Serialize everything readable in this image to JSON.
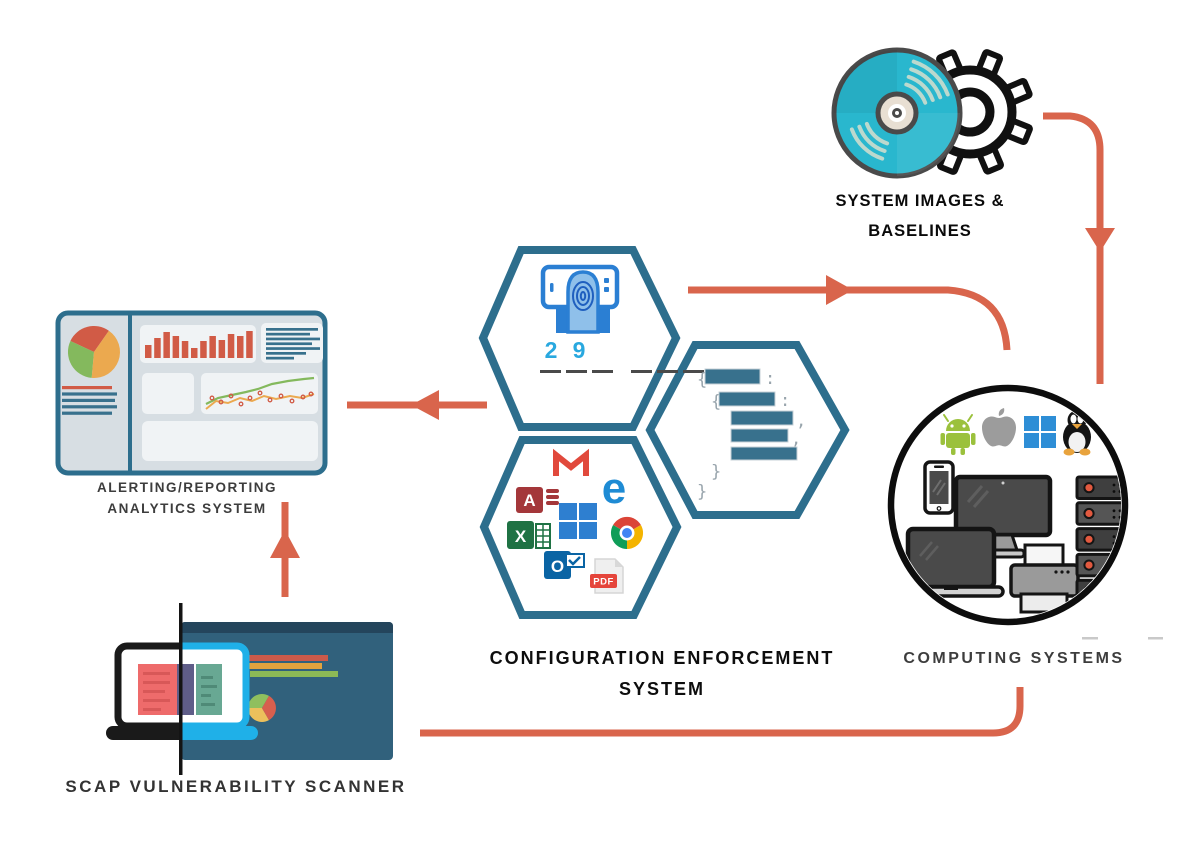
{
  "diagram_title": "Security configuration management flow diagram",
  "colors": {
    "arrow": "#D9654C",
    "hex_stroke": "#2D6E8D",
    "teal_bar": "#38718D",
    "bar_red": "#D15B46",
    "chart_green": "#84B95D",
    "chart_orange": "#EBA94F",
    "disc_cyan": "#29B7CE",
    "scanner_window": "#31617C",
    "scanner_cyan": "#1FB0E8",
    "dashboard_bg": "#D7DEE3",
    "panel_bg": "#F0F3F5",
    "code_gray": "#98A4AC"
  },
  "labels": {
    "system_images": [
      "SYSTEM IMAGES &",
      "BASELINES"
    ],
    "config_enforcement": [
      "CONFIGURATION ENFORCEMENT",
      "SYSTEM"
    ],
    "computing_systems": [
      "COMPUTING SYSTEMS"
    ],
    "analytics": [
      "ALERTING/REPORTING",
      "ANALYTICS SYSTEM"
    ],
    "scap": [
      "SCAP VULNERABILITY SCANNER"
    ]
  },
  "passcode": {
    "digit1": "2",
    "digit2": "9",
    "dash_x": [
      540,
      566,
      592,
      631,
      657,
      683
    ]
  },
  "code_block": {
    "brace_open": "{",
    "brace_close": "}",
    "colon": ":",
    "comma": ","
  },
  "icons": {
    "pdf_label": "PDF",
    "access_letter": "A",
    "excel_letter": "X",
    "outlook_letter": "O",
    "edge_letter": "e",
    "app_icons": [
      "gmail",
      "edge",
      "access",
      "windows",
      "excel",
      "chrome",
      "outlook",
      "pdf"
    ],
    "os_icons": [
      "android",
      "apple",
      "windows",
      "linux"
    ],
    "devices": [
      "smartphone",
      "monitor",
      "laptop",
      "printer",
      "server-rack"
    ]
  },
  "dashboard": {
    "bar_heights": [
      13,
      20,
      26,
      22,
      17,
      10,
      17,
      22,
      18,
      24,
      22,
      27
    ],
    "sidebar_lines": [
      {
        "w": 50,
        "color": "red"
      },
      {
        "w": 55,
        "color": "teal"
      },
      {
        "w": 53,
        "color": "teal"
      },
      {
        "w": 55,
        "color": "teal"
      },
      {
        "w": 50,
        "color": "teal"
      }
    ],
    "panel_line_widths": [
      52,
      44,
      54,
      46,
      54,
      40,
      28
    ],
    "line_chart": {
      "green_points": "206,404 218,398 232,395 246,392 258,389 272,384 288,381 304,379 314,378",
      "orange_points": "206,409 216,401 228,403 240,398 252,401 264,396 276,399 290,396 302,398 314,394",
      "markers": [
        [
          212,
          398
        ],
        [
          221,
          402
        ],
        [
          231,
          396
        ],
        [
          241,
          404
        ],
        [
          250,
          398
        ],
        [
          260,
          393
        ],
        [
          270,
          400
        ],
        [
          281,
          396
        ],
        [
          292,
          401
        ],
        [
          303,
          397
        ],
        [
          311,
          394
        ]
      ]
    }
  },
  "scanner": {
    "bar_colors": [
      "#CC5A4A",
      "#E2A33E",
      "#8CB956"
    ]
  },
  "connections": [
    {
      "from": "system-images-baselines",
      "to": "computing-systems"
    },
    {
      "from": "configuration-enforcement-system",
      "to": "computing-systems"
    },
    {
      "from": "configuration-enforcement-system",
      "to": "alerting-reporting-analytics"
    },
    {
      "from": "scap-vulnerability-scanner",
      "to": "alerting-reporting-analytics"
    },
    {
      "from": "computing-systems",
      "to": "scap-vulnerability-scanner"
    }
  ]
}
